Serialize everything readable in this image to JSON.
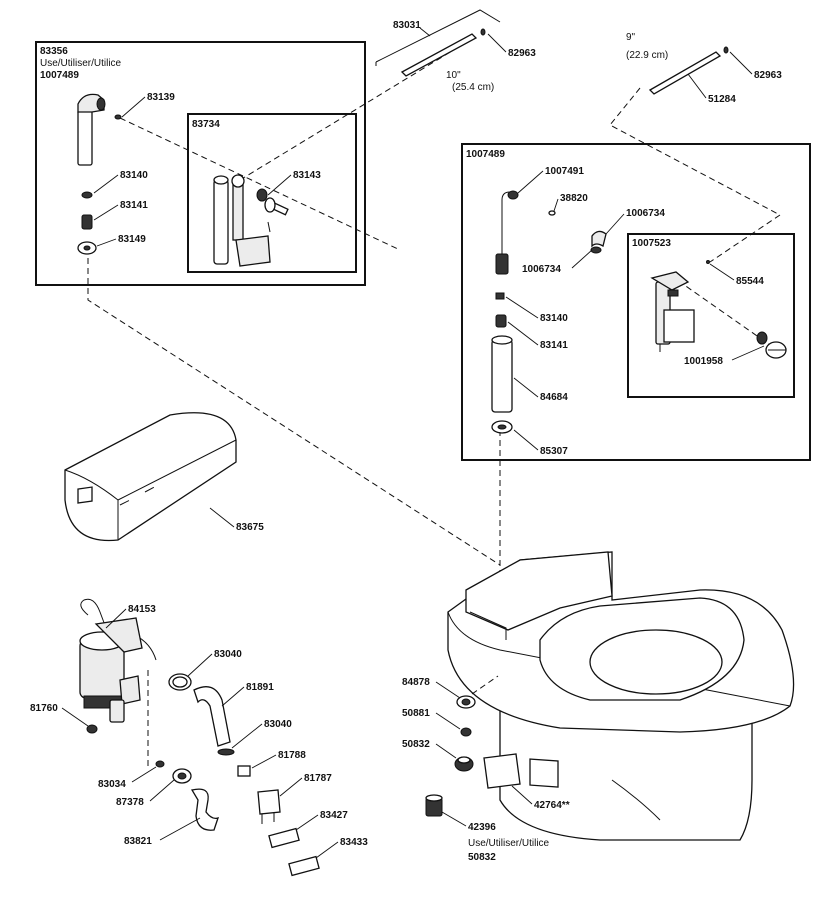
{
  "callouts": {
    "c83356": "83356",
    "c83356_use": "Use/Utiliser/Utilice",
    "c83356_kit": "1007489",
    "c83139": "83139",
    "c83734": "83734",
    "c83143": "83143",
    "c83140a": "83140",
    "c83141a": "83141",
    "c83149": "83149",
    "c83031": "83031",
    "c82963a": "82963",
    "len10": "10\"",
    "len10cm": "(25.4 cm)",
    "len9": "9\"",
    "len9cm": "(22.9 cm)",
    "c82963b": "82963",
    "c51284": "51284",
    "c1007489": "1007489",
    "c1007491": "1007491",
    "c38820": "38820",
    "c1006734a": "1006734",
    "c1006734b": "1006734",
    "c1007523": "1007523",
    "c85544": "85544",
    "c1001958": "1001958",
    "c83140b": "83140",
    "c83141b": "83141",
    "c84684": "84684",
    "c85307": "85307",
    "c83675": "83675",
    "c84153": "84153",
    "c83040a": "83040",
    "c81891": "81891",
    "c83040b": "83040",
    "c81760": "81760",
    "c81788": "81788",
    "c81787": "81787",
    "c83034": "83034",
    "c87378": "87378",
    "c83427": "83427",
    "c83821": "83821",
    "c83433": "83433",
    "c84878": "84878",
    "c50881": "50881",
    "c50832": "50832",
    "c42764": "42764**",
    "c42396": "42396",
    "c42396_use": "Use/Utiliser/Utilice",
    "c42396_kit": "50832"
  }
}
